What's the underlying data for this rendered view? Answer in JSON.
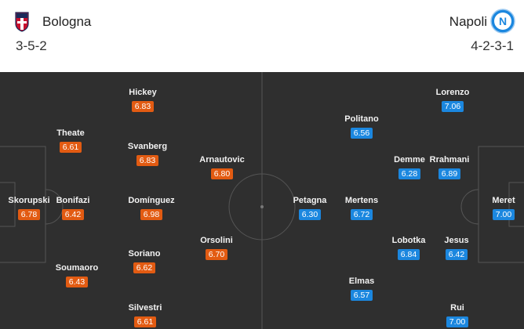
{
  "home": {
    "name": "Bologna",
    "formation": "3-5-2",
    "badge_color": "#c8102e",
    "players": [
      {
        "name": "Skorupski",
        "rating": "6.78",
        "slot": "gk"
      },
      {
        "name": "Theate",
        "rating": "6.61",
        "slot": "d1"
      },
      {
        "name": "Bonifazi",
        "rating": "6.42",
        "slot": "d2"
      },
      {
        "name": "Soumaoro",
        "rating": "6.43",
        "slot": "d3"
      },
      {
        "name": "Hickey",
        "rating": "6.83",
        "slot": "m1"
      },
      {
        "name": "Svanberg",
        "rating": "6.83",
        "slot": "m2"
      },
      {
        "name": "Domínguez",
        "rating": "6.98",
        "slot": "m3"
      },
      {
        "name": "Soriano",
        "rating": "6.62",
        "slot": "m4"
      },
      {
        "name": "Silvestri",
        "rating": "6.61",
        "slot": "m5"
      },
      {
        "name": "Arnautovic",
        "rating": "6.80",
        "slot": "f1"
      },
      {
        "name": "Orsolini",
        "rating": "6.70",
        "slot": "f2"
      }
    ]
  },
  "away": {
    "name": "Napoli",
    "formation": "4-2-3-1",
    "badge_color": "#1b87df",
    "badge_letter": "N",
    "players": [
      {
        "name": "Meret",
        "rating": "7.00",
        "slot": "gk"
      },
      {
        "name": "Lorenzo",
        "rating": "7.06",
        "slot": "d1"
      },
      {
        "name": "Rrahmani",
        "rating": "6.89",
        "slot": "d2"
      },
      {
        "name": "Jesus",
        "rating": "6.42",
        "slot": "d3"
      },
      {
        "name": "Rui",
        "rating": "7.00",
        "slot": "d4"
      },
      {
        "name": "Demme",
        "rating": "6.28",
        "slot": "m1"
      },
      {
        "name": "Lobotka",
        "rating": "6.84",
        "slot": "m2"
      },
      {
        "name": "Politano",
        "rating": "6.56",
        "slot": "a1"
      },
      {
        "name": "Mertens",
        "rating": "6.72",
        "slot": "a2"
      },
      {
        "name": "Elmas",
        "rating": "6.57",
        "slot": "a3"
      },
      {
        "name": "Petagna",
        "rating": "6.30",
        "slot": "st"
      }
    ]
  }
}
